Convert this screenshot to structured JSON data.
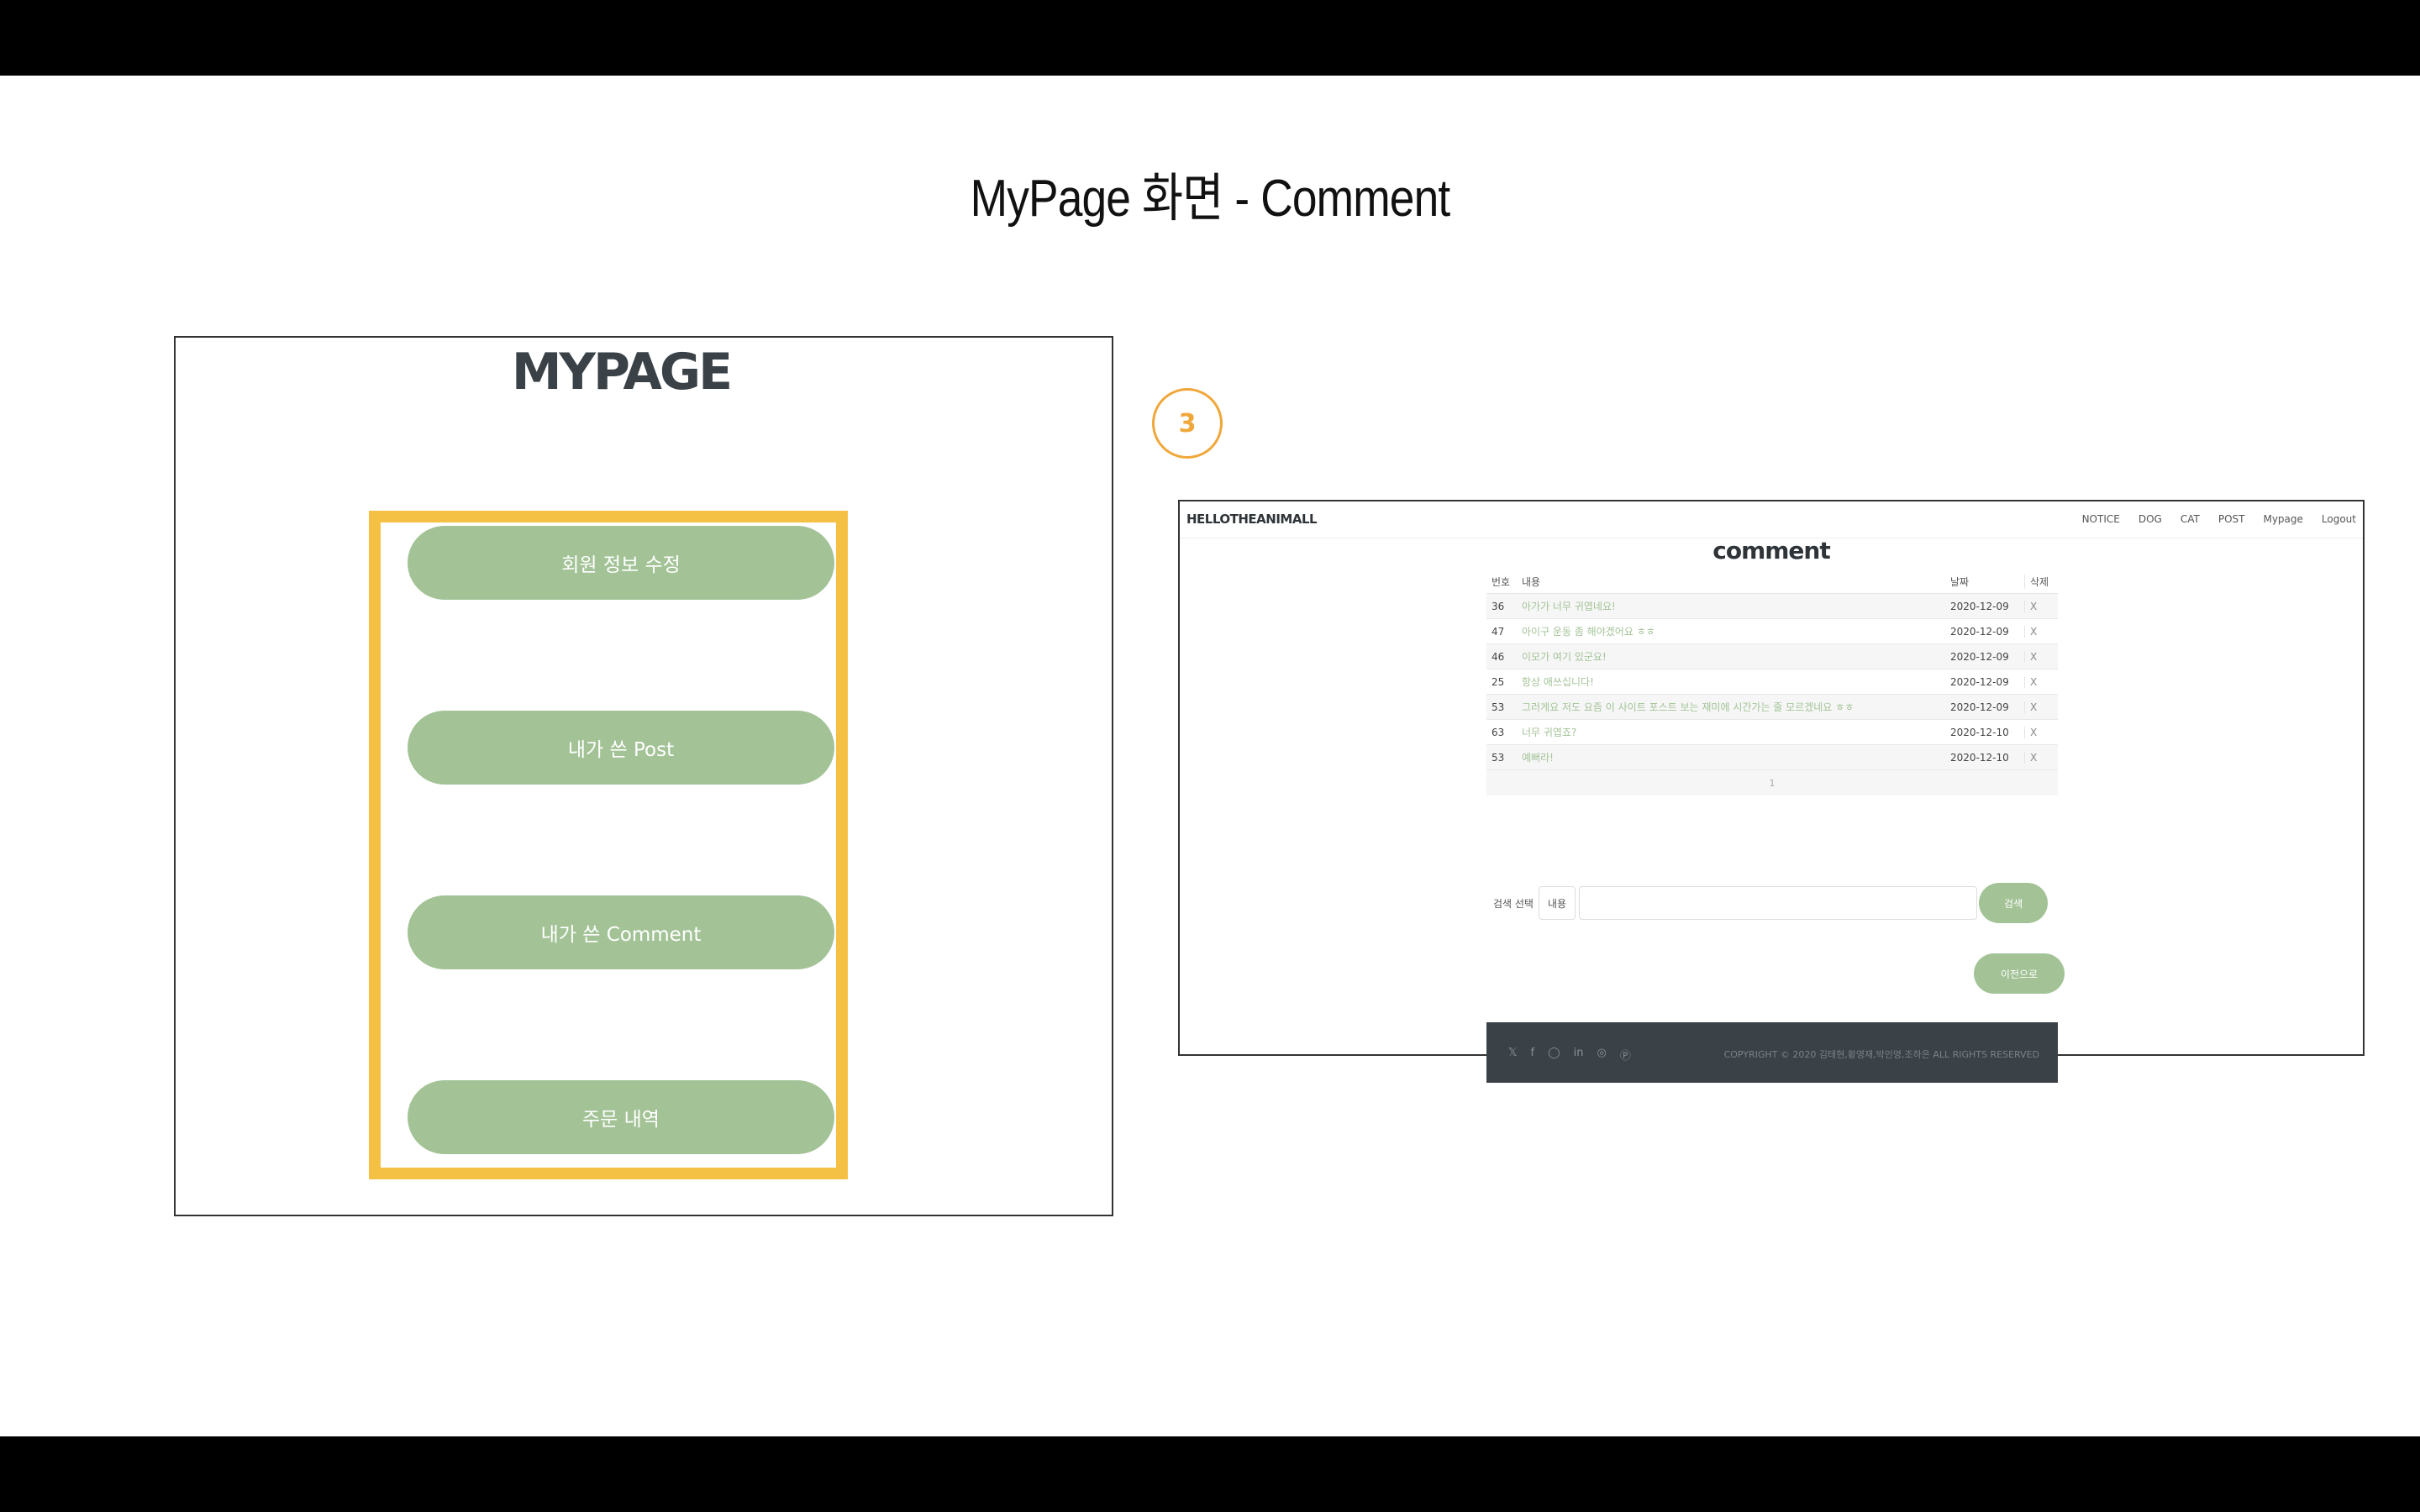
{
  "slide": {
    "title": "MyPage 화면 - Comment",
    "step": "3"
  },
  "mypage": {
    "logo": "MYPAGE",
    "menu": [
      {
        "label": "회원 정보 수정"
      },
      {
        "label": "내가 쓴 Post"
      },
      {
        "label": "내가 쓴 Comment"
      },
      {
        "label": "주문 내역"
      }
    ]
  },
  "site": {
    "brand": "HELLOTHEANIMALL",
    "nav": [
      "NOTICE",
      "DOG",
      "CAT",
      "POST",
      "Mypage",
      "Logout"
    ],
    "heading": "comment",
    "table": {
      "headers": {
        "num": "번호",
        "content": "내용",
        "date": "날짜",
        "delete": "삭제"
      },
      "rows": [
        {
          "num": "36",
          "content": "아가가 너무 귀엽네요!",
          "date": "2020-12-09",
          "delete": "X"
        },
        {
          "num": "47",
          "content": "아이구 운동 좀 해야겠어요 ㅎㅎ",
          "date": "2020-12-09",
          "delete": "X"
        },
        {
          "num": "46",
          "content": "이모가 여기 있군요!",
          "date": "2020-12-09",
          "delete": "X"
        },
        {
          "num": "25",
          "content": "항상 애쓰십니다!",
          "date": "2020-12-09",
          "delete": "X"
        },
        {
          "num": "53",
          "content": "그러게요 저도 요즘 이 사이트 포스트 보는 재미에 시간가는 줄 모르겠네요 ㅎㅎ",
          "date": "2020-12-09",
          "delete": "X"
        },
        {
          "num": "63",
          "content": "너무 귀엽죠?",
          "date": "2020-12-10",
          "delete": "X"
        },
        {
          "num": "53",
          "content": "예뻐라!",
          "date": "2020-12-10",
          "delete": "X"
        }
      ],
      "page": "1"
    },
    "search": {
      "label": "검색 선택",
      "select_value": "내용",
      "input_value": "",
      "button": "검색"
    },
    "back_button": "이전으로",
    "footer": {
      "icons": [
        "twitter-icon",
        "facebook-icon",
        "instagram-icon",
        "linkedin-icon",
        "dribbble-icon",
        "pinterest-icon"
      ],
      "copyright": "COPYRIGHT © 2020 김태현,황영재,박인영,조하은 ALL RIGHTS RESERVED"
    }
  },
  "colors": {
    "accent_green": "#a3c397",
    "highlight_yellow": "#f5c144",
    "badge_orange": "#f0a73a",
    "footer_dark": "#3a4248"
  }
}
